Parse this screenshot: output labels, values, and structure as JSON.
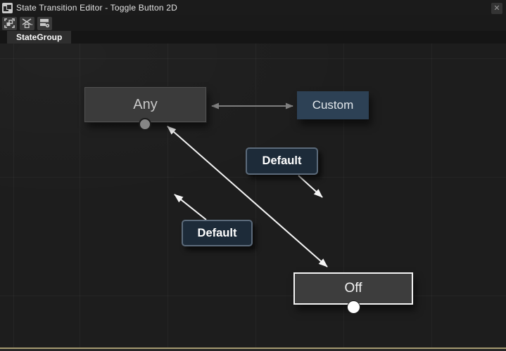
{
  "window": {
    "title": "State Transition Editor - Toggle Button 2D",
    "close_glyph": "✕"
  },
  "toolbar": {
    "buttons": [
      {
        "name": "fit-to-view"
      },
      {
        "name": "auto-arrange"
      },
      {
        "name": "state-list"
      }
    ]
  },
  "tabs": [
    {
      "label": "StateGroup",
      "active": true
    }
  ],
  "canvas": {
    "nodes": [
      {
        "id": "any",
        "label": "Any",
        "selected": false,
        "has_port": true
      },
      {
        "id": "custom",
        "label": "Custom",
        "selected": false,
        "has_port": false
      },
      {
        "id": "off",
        "label": "Off",
        "selected": true,
        "has_port": true
      }
    ],
    "transitions": [
      {
        "from": "Any",
        "to": "Custom",
        "label": "",
        "style": "bidirectional-gray"
      },
      {
        "from": "Any",
        "to": "Off",
        "label": "Default",
        "style": "white-arrow-down-right"
      },
      {
        "from": "Off",
        "to": "Any",
        "label": "Default",
        "style": "white-arrow-up-left"
      }
    ]
  },
  "colors": {
    "window-bg": "#1a1a1a",
    "canvas-bg": "#1d1d1d",
    "node-fill": "#3b3b3b",
    "custom-fill": "#2d4155",
    "label-fill": "#1d2b39",
    "label-border": "#5c6b7b",
    "selection": "#f5f5f5",
    "arrow-white": "#f5f5f5",
    "arrow-gray": "#7e7e7e",
    "port-gray": "#858585",
    "tab-bg": "#2e2e2e",
    "bottom-line": "#a59a70"
  }
}
